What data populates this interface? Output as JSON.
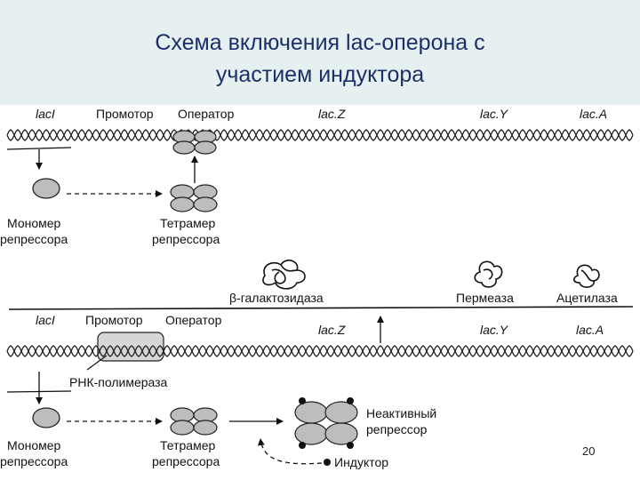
{
  "title": {
    "line1": "Схема включения lac-оперона с",
    "line2": "участием индуктора"
  },
  "top_panel": {
    "genes": {
      "lacI": "lacI",
      "promoter": "Промотор",
      "operator": "Оператор",
      "lacZ": "lac.Z",
      "lacY": "lac.Y",
      "lacA": "lac.A"
    },
    "monomer_line1": "Мономер",
    "monomer_line2": "репрессора",
    "tetramer_line1": "Тетрамер",
    "tetramer_line2": "репрессора"
  },
  "proteins": {
    "galactosidase": "β-галактозидаза",
    "permease": "Пермеаза",
    "acetylase": "Ацетилаза"
  },
  "bottom_panel": {
    "genes": {
      "lacI": "lacI",
      "promoter": "Промотор",
      "operator": "Оператор",
      "lacZ": "lac.Z",
      "lacY": "lac.Y",
      "lacA": "lac.A"
    },
    "rna_polymerase": "РНК-полимераза",
    "monomer_line1": "Мономер",
    "monomer_line2": "репрессора",
    "tetramer_line1": "Тетрамер",
    "tetramer_line2": "репрессора",
    "inactive_line1": "Неактивный",
    "inactive_line2": "репрессор",
    "inducer": "Индуктор"
  },
  "slide_number": "20",
  "colors": {
    "title_background": "#e7f0f0",
    "title_text": "#1d2f6a",
    "ink": "#111111"
  }
}
